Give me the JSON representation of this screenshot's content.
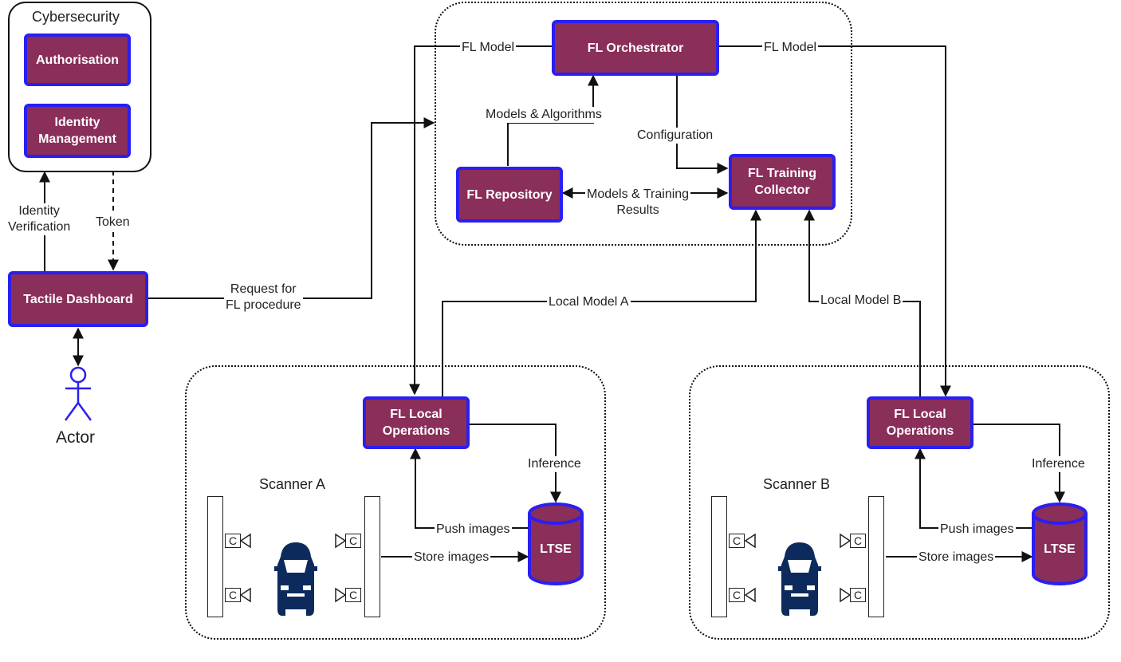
{
  "cybersecurity": {
    "title": "Cybersecurity",
    "authorisation": "Authorisation",
    "identity_management": "Identity Management"
  },
  "dashboard": {
    "label": "Tactile Dashboard"
  },
  "actor": {
    "label": "Actor"
  },
  "orchestrator": {
    "label": "FL Orchestrator"
  },
  "repository": {
    "label": "FL Repository"
  },
  "collector": {
    "label": "FL Training Collector"
  },
  "local_a": {
    "label": "FL Local Operations",
    "store": "LTSE",
    "scanner": "Scanner A"
  },
  "local_b": {
    "label": "FL Local Operations",
    "store": "LTSE",
    "scanner": "Scanner B"
  },
  "camera_label": "C",
  "edges": {
    "identity_verification": "Identity\nVerification",
    "token": "Token",
    "request": "Request for\nFL procedure",
    "fl_model_left": "FL Model",
    "fl_model_right": "FL Model",
    "models_algorithms": "Models & Algorithms",
    "configuration": "Configuration",
    "models_training": "Models & Training\nResults",
    "local_model_a": "Local Model A",
    "local_model_b": "Local Model B",
    "inference_a": "Inference",
    "inference_b": "Inference",
    "push_a": "Push images",
    "push_b": "Push images",
    "store_a": "Store images",
    "store_b": "Store images"
  },
  "colors": {
    "box_fill": "#8a2e5a",
    "box_border": "#2a1ff0",
    "car": "#0d2a5c",
    "actor": "#2a1ff0"
  }
}
